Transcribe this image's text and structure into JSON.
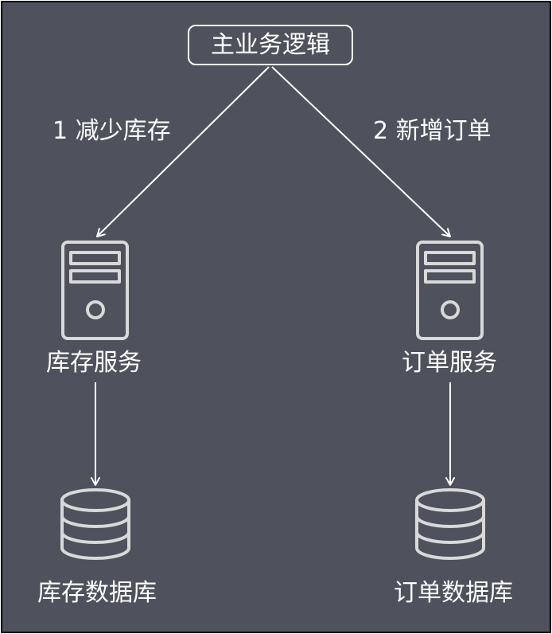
{
  "diagram": {
    "root_label": "主业务逻辑",
    "edges": {
      "left_label": "1 减少库存",
      "right_label": "2 新增订单"
    },
    "services": {
      "left": "库存服务",
      "right": "订单服务"
    },
    "databases": {
      "left": "库存数据库",
      "right": "订单数据库"
    }
  },
  "colors": {
    "background": "#4f525c",
    "stroke": "#ffffff",
    "frame": "#000000",
    "text": "#ffffff"
  }
}
